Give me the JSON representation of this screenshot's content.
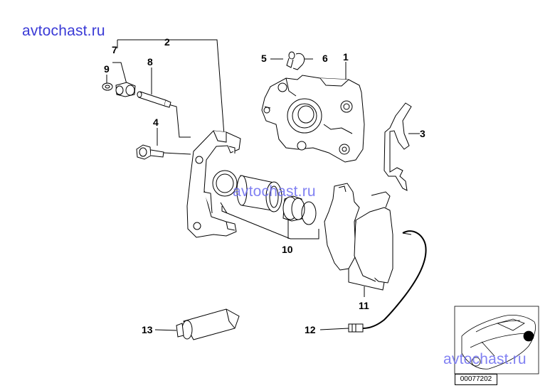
{
  "watermarks": {
    "top_left": "avtochast.ru",
    "center": "avtochast.ru",
    "bottom_right": "avtochast.ru"
  },
  "callouts": [
    "1",
    "2",
    "3",
    "4",
    "5",
    "6",
    "7",
    "8",
    "9",
    "10",
    "11",
    "12",
    "13"
  ],
  "diagram_code": "00077202"
}
